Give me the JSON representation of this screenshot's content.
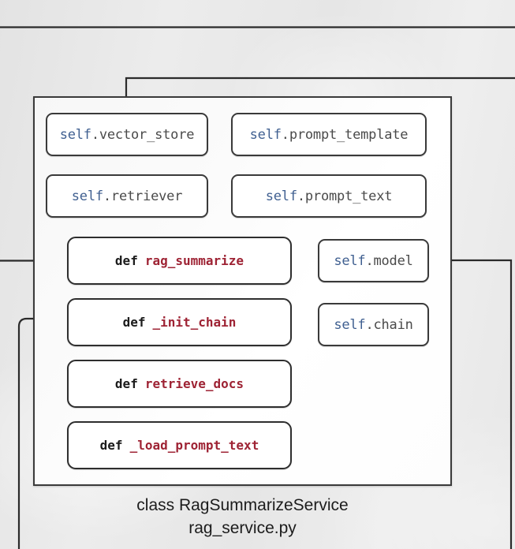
{
  "diagram": {
    "type": "class-diagram",
    "caption": {
      "class_line": "class RagSummarizeService",
      "file_line": "rag_service.py"
    },
    "colors": {
      "background": "#e9e9e9",
      "box_border": "#3a3a3a",
      "box_fill": "#ffffff",
      "self_keyword": "#3f5f90",
      "attribute_text": "#4a4a4a",
      "def_keyword": "#1b1b1b",
      "method_name": "#9e2334",
      "connector": "#2b2b2b"
    },
    "attributes": [
      {
        "self": "self",
        "name": ".vector_store"
      },
      {
        "self": "self",
        "name": ".prompt_template"
      },
      {
        "self": "self",
        "name": ".retriever"
      },
      {
        "self": "self",
        "name": ".prompt_text"
      },
      {
        "self": "self",
        "name": ".model"
      },
      {
        "self": "self",
        "name": ".chain"
      }
    ],
    "methods": [
      {
        "kw": "def",
        "name": "rag_summarize"
      },
      {
        "kw": "def",
        "name": "_init_chain"
      },
      {
        "kw": "def",
        "name": "retrieve_docs"
      },
      {
        "kw": "def",
        "name": "_load_prompt_text"
      }
    ],
    "connectors": [
      {
        "name": "incoming-arrow-top-to-class",
        "target": "class-container-top"
      },
      {
        "name": "incoming-line-left-to-rag-summarize",
        "target": "rag_summarize"
      },
      {
        "name": "incoming-arrow-right-to-self-model",
        "target": "self.model"
      }
    ]
  }
}
